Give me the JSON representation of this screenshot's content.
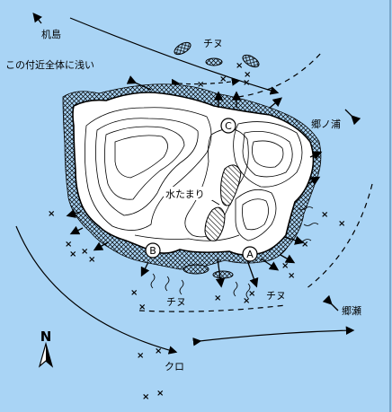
{
  "labels": {
    "kijima": "机島",
    "shallow_note": "この付近全体に浅い",
    "chinu_top": "チヌ",
    "gounoura": "郷ノ浦",
    "mizutamari": "水たまり",
    "chinu_left": "チヌ",
    "chinu_right": "チヌ",
    "gose": "郷瀬",
    "kuro": "クロ",
    "north": "N"
  },
  "points": {
    "a": "A",
    "b": "B",
    "c": "C"
  },
  "marker_symbol": "×",
  "colors": {
    "sea": "#a9d4f5",
    "island": "#ffffff",
    "reef_hatch": "#000000"
  }
}
